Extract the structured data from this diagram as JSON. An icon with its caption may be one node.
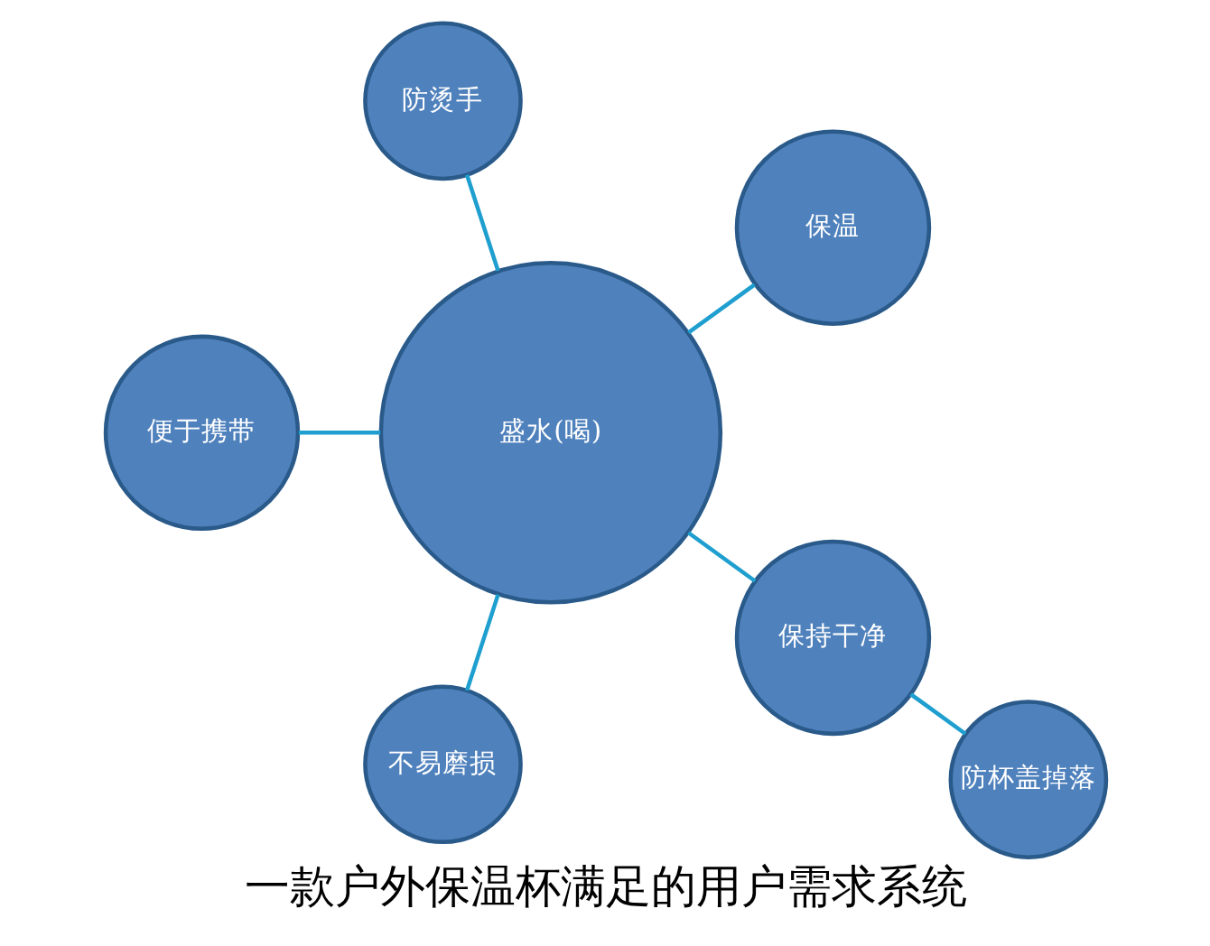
{
  "diagram": {
    "caption": "一款户外保温杯满足的用户需求系统",
    "nodes": [
      {
        "text": [
          "防杯盖掉落"
        ]
      },
      {
        "text": [
          "保持干净"
        ]
      },
      {
        "text": [
          "保温"
        ]
      },
      {
        "text": [
          "盛水(喝)"
        ]
      },
      {
        "text": [
          "防烫手"
        ]
      },
      {
        "text": [
          "便于携带"
        ]
      },
      {
        "text": [
          "不易磨损"
        ]
      }
    ],
    "edges": [
      {
        "from": 0,
        "to": 1,
        "arrow": "none"
      },
      {
        "from": 1,
        "to": 3,
        "arrow": "none"
      },
      {
        "from": 3,
        "to": 2,
        "arrow": "none"
      },
      {
        "from": 3,
        "to": 4,
        "arrow": "none"
      },
      {
        "from": 3,
        "to": 6,
        "arrow": "none"
      },
      {
        "from": 3,
        "to": 5,
        "arrow": "none"
      }
    ]
  }
}
